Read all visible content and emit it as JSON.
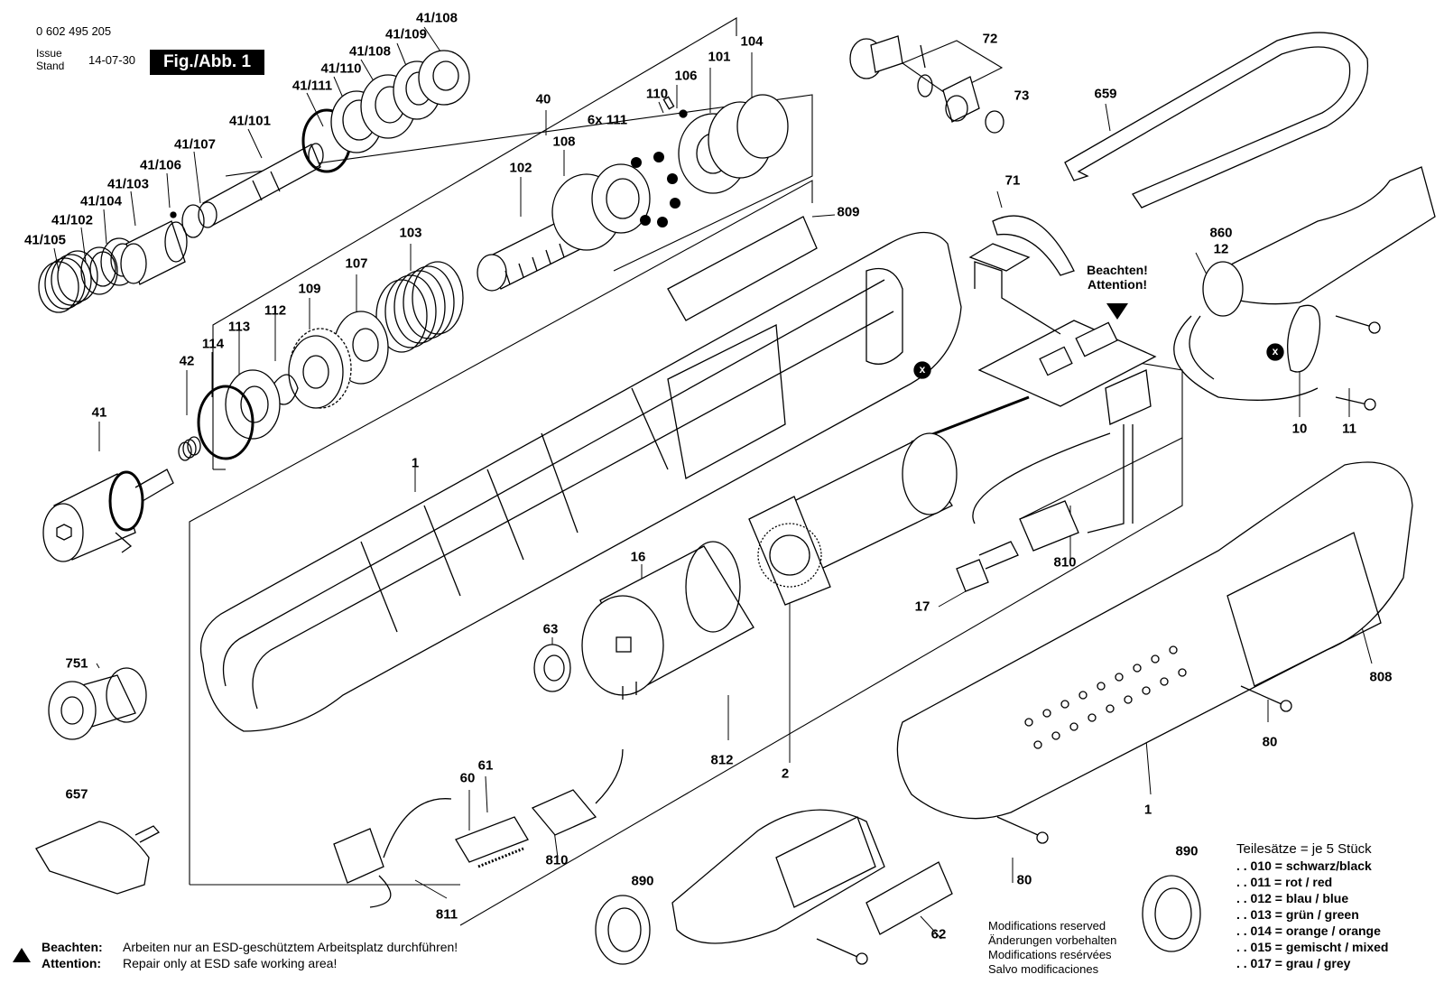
{
  "header": {
    "part_number": "0 602 495 205",
    "issue_label_1": "Issue",
    "issue_label_2": "Stand",
    "issue_date": "14-07-30",
    "figure_label": "Fig./Abb. 1"
  },
  "labels": {
    "l41_108_top": "41/108",
    "l41_109": "41/109",
    "l41_108": "41/108",
    "l41_110": "41/110",
    "l41_111": "41/111",
    "l41_101": "41/101",
    "l41_107": "41/107",
    "l41_106": "41/106",
    "l41_103": "41/103",
    "l41_104": "41/104",
    "l41_102": "41/102",
    "l41_105": "41/105",
    "l40": "40",
    "l104": "104",
    "l106": "106",
    "l101": "101",
    "l110": "110",
    "l6x111": "6x 111",
    "l108": "108",
    "l102": "102",
    "l103": "103",
    "l107": "107",
    "l109": "109",
    "l112": "112",
    "l113": "113",
    "l114": "114",
    "l42": "42",
    "l41": "41",
    "l72": "72",
    "l73": "73",
    "l659": "659",
    "l71": "71",
    "l809": "809",
    "l860": "860",
    "l12": "12",
    "l10": "10",
    "l11": "11",
    "l1a": "1",
    "l16": "16",
    "l63": "63",
    "l17": "17",
    "l810a": "810",
    "l808": "808",
    "l80a": "80",
    "l751": "751",
    "l657": "657",
    "l61": "61",
    "l60": "60",
    "l812": "812",
    "l2": "2",
    "l810b": "810",
    "l811": "811",
    "l890a": "890",
    "l80b": "80",
    "l62": "62",
    "l1b": "1",
    "l890b": "890",
    "attention_mark": "Beachten!\nAttention!"
  },
  "modifications": [
    "Modifications reserved",
    "Änderungen vorbehalten",
    "Modifications resérvées",
    "Salvo modificaciones"
  ],
  "kits": {
    "title": "Teilesätze = je 5 Stück",
    "items": [
      ". . 010 = schwarz/black",
      ". . 011 = rot / red",
      ". . 012 = blau / blue",
      ". . 013 = grün / green",
      ". . 014 = orange / orange",
      ". . 015 = gemischt / mixed",
      ". . 017 = grau / grey"
    ]
  },
  "esd_note": {
    "de_key": "Beachten:",
    "de_text": "Arbeiten nur an ESD-geschütztem Arbeitsplatz durchführen!",
    "en_key": "Attention:",
    "en_text": "Repair only at ESD safe working area!"
  },
  "marker_x": "x"
}
